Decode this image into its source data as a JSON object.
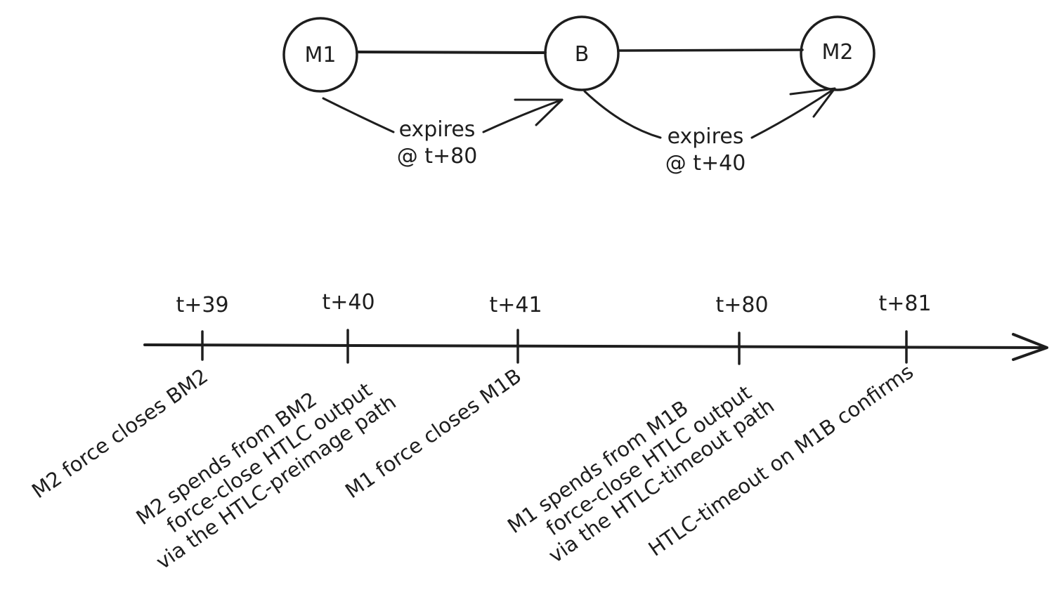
{
  "nodes": [
    {
      "id": "M1",
      "label": "M1"
    },
    {
      "id": "B",
      "label": "B"
    },
    {
      "id": "M2",
      "label": "M2"
    }
  ],
  "edge_labels": [
    {
      "line1": "expires",
      "line2": "@ t+80"
    },
    {
      "line1": "expires",
      "line2": "@ t+40"
    }
  ],
  "timeline": {
    "ticks": [
      "t+39",
      "t+40",
      "t+41",
      "t+80",
      "t+81"
    ],
    "events": [
      {
        "lines": [
          "M2 force closes BM2"
        ]
      },
      {
        "lines": [
          "M2 spends from BM2",
          "force-close HTLC output",
          "via the HTLC-preimage path"
        ]
      },
      {
        "lines": [
          "M1 force closes M1B"
        ]
      },
      {
        "lines": [
          "M1 spends from M1B",
          "force-close HTLC output",
          "via the HTLC-timeout path"
        ]
      },
      {
        "lines": [
          "HTLC-timeout on M1B confirms"
        ]
      }
    ]
  }
}
